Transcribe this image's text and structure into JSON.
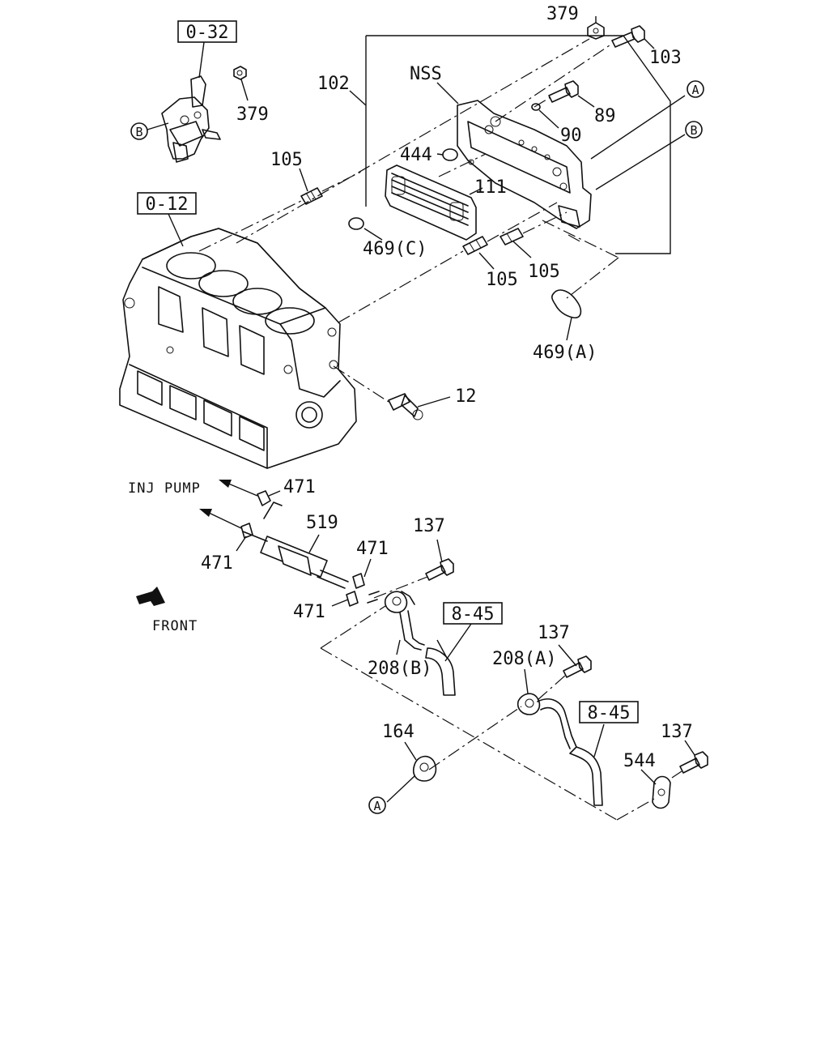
{
  "ref_boxes": {
    "b_032": "0-32",
    "b_012": "0-12",
    "b_845_upper": "8-45",
    "b_845_lower": "8-45"
  },
  "callouts": {
    "c_379_top": "379",
    "c_103": "103",
    "c_102": "102",
    "c_nss": "NSS",
    "c_89": "89",
    "c_90": "90",
    "c_444": "444",
    "c_111": "111",
    "c_105_left": "105",
    "c_469c": "469(C)",
    "c_105_mid": "105",
    "c_105_right": "105",
    "c_469a": "469(A)",
    "c_379_left": "379",
    "c_12": "12",
    "c_471_top": "471",
    "c_519": "519",
    "c_471_right": "471",
    "c_471_left": "471",
    "c_471_bottom": "471",
    "c_137_top": "137",
    "c_208b": "208(B)",
    "c_137_mid": "137",
    "c_208a": "208(A)",
    "c_164": "164",
    "c_137_bottom": "137",
    "c_544": "544"
  },
  "reference_circles": {
    "a_top": "A",
    "b_top": "B",
    "b_left": "B",
    "a_bottom": "A"
  },
  "notes": {
    "inj_pump": "INJ PUMP",
    "front": "FRONT"
  }
}
